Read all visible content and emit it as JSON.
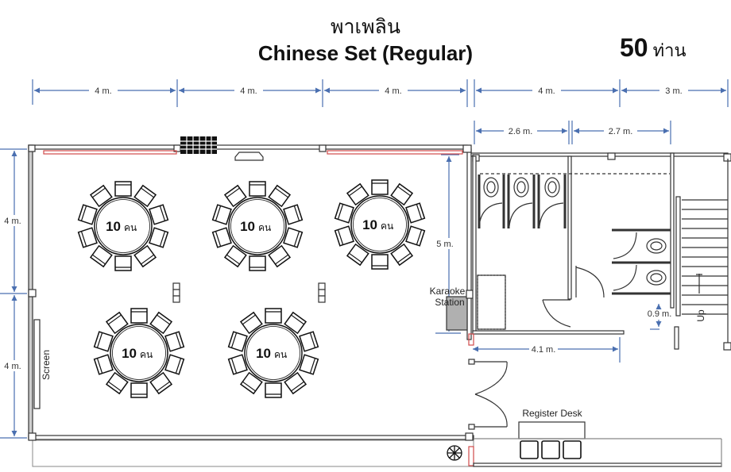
{
  "header": {
    "venue_name": "พาเพลิน",
    "set_name": "Chinese Set (Regular)",
    "capacity_number": "50",
    "capacity_unit": "ท่าน"
  },
  "dimensions": {
    "top_row": [
      "4 m.",
      "4 m.",
      "4 m.",
      "4 m.",
      "3 m."
    ],
    "second_row": [
      "2.6 m.",
      "2.7 m."
    ],
    "left_side": [
      "4 m.",
      "4 m."
    ],
    "hall_right": "5 m.",
    "restroom_bottom": "4.1 m.",
    "corridor_gap": "0.9 m."
  },
  "tables": [
    {
      "seats": "10",
      "unit": "คน"
    },
    {
      "seats": "10",
      "unit": "คน"
    },
    {
      "seats": "10",
      "unit": "คน"
    },
    {
      "seats": "10",
      "unit": "คน"
    },
    {
      "seats": "10",
      "unit": "คน"
    }
  ],
  "chairs_per_table": 10,
  "labels": {
    "screen": "Screen",
    "karaoke_line1": "Karaoke",
    "karaoke_line2": "Station",
    "register_desk": "Register Desk",
    "stairs": "Up"
  },
  "register_chairs": 3,
  "colors": {
    "dimension": "#4a6fb0",
    "wall": "#333333",
    "window": "#d04a4a",
    "karaoke_fill": "#b0b0b0",
    "wall_fill": "#cfcfcf"
  }
}
